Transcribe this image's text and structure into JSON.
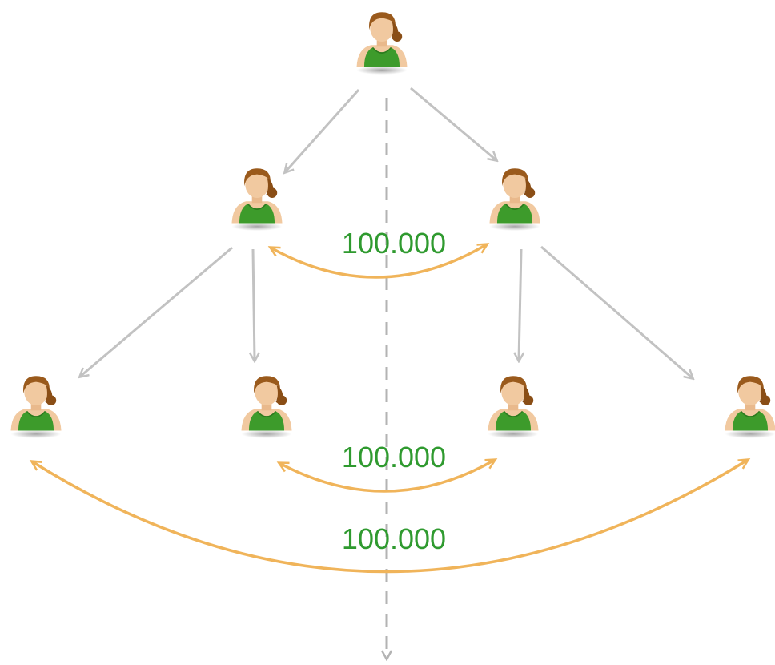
{
  "colors": {
    "hierarchy_arrow": "#c2c2c2",
    "axis": "#b3b3b3",
    "relation_arc": "#f0b45a",
    "label_text": "#2f9a2f",
    "person_hair": "#9a5a1c",
    "person_skin": "#f1c9a0",
    "person_shirt": "#3d9b2b"
  },
  "nodes": [
    {
      "id": "root",
      "icon": "person-icon",
      "level": 0
    },
    {
      "id": "child-left",
      "icon": "person-icon",
      "level": 1
    },
    {
      "id": "child-right",
      "icon": "person-icon",
      "level": 1
    },
    {
      "id": "grandchild-1",
      "icon": "person-icon",
      "level": 2
    },
    {
      "id": "grandchild-2",
      "icon": "person-icon",
      "level": 2
    },
    {
      "id": "grandchild-3",
      "icon": "person-icon",
      "level": 2
    },
    {
      "id": "grandchild-4",
      "icon": "person-icon",
      "level": 2
    }
  ],
  "edges": [
    {
      "from": "root",
      "to": "child-left"
    },
    {
      "from": "root",
      "to": "child-right"
    },
    {
      "from": "child-left",
      "to": "grandchild-1"
    },
    {
      "from": "child-left",
      "to": "grandchild-2"
    },
    {
      "from": "child-right",
      "to": "grandchild-3"
    },
    {
      "from": "child-right",
      "to": "grandchild-4"
    }
  ],
  "relations": [
    {
      "between": [
        "child-left",
        "child-right"
      ],
      "label": "100.000"
    },
    {
      "between": [
        "grandchild-2",
        "grandchild-3"
      ],
      "label": "100.000"
    },
    {
      "between": [
        "grandchild-1",
        "grandchild-4"
      ],
      "label": "100.000"
    }
  ]
}
